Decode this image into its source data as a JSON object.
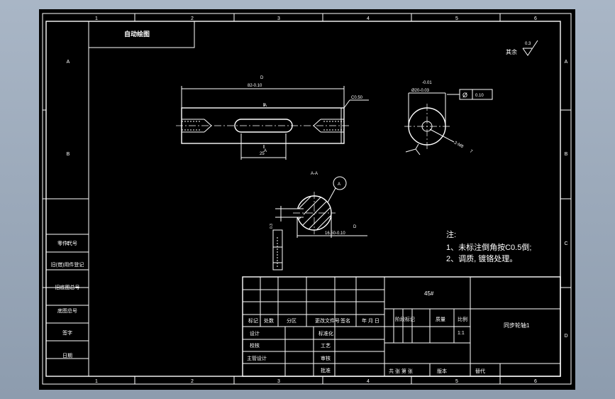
{
  "colors": {
    "paper": "#000000",
    "line": "#ffffff",
    "background": "#9eacbd"
  },
  "border": {
    "top_zones": [
      "1",
      "2",
      "3",
      "4",
      "5",
      "6"
    ],
    "bottom_zones": [
      "1",
      "2",
      "3",
      "4",
      "5",
      "6"
    ],
    "left_zones": [
      "A",
      "B",
      "C"
    ],
    "right_zones": [
      "A",
      "B",
      "C",
      "D"
    ]
  },
  "title_note": "自动绘图",
  "roughness": {
    "label": "其余",
    "value": "0.3"
  },
  "shaft": {
    "length_top": "D",
    "length_bottom": "82-0.10",
    "chamfer": "C0.50",
    "section_marker_top": "A",
    "section_marker_bottom": "A",
    "keyway_dim": "25"
  },
  "end_view": {
    "tolerance_top": "-0.01",
    "diameter": "Ø20-0.03",
    "gdt_symbol": "Ø",
    "gdt_value": "0.10",
    "thread": "2-M8",
    "depth": "7"
  },
  "section": {
    "title": "A-A",
    "balloon": "A",
    "dim_top": "D",
    "dim_bottom": "16.50-0.10",
    "key_width": "0.3"
  },
  "notes": [
    "注:",
    "1、未标注倒角按C0.5倒;",
    "2、调质, 镀铬处理。"
  ],
  "left_column": [
    "零件代号",
    "旧(借)用件登记",
    "旧底图总号",
    "底图总号",
    "签字",
    "日期"
  ],
  "title_block": {
    "material": "45#",
    "drawing_name": "同步轮轴1",
    "change_headers": [
      "标记",
      "处数",
      "分区",
      "更改文件号",
      "签名",
      "年 月 日"
    ],
    "stage_headers": [
      "阶段标记",
      "质量",
      "比例"
    ],
    "scale": "1:1",
    "sign_rows": [
      "设计",
      "校核",
      "主管设计"
    ],
    "sign_rows_right": [
      "标准化",
      "工艺",
      "审核",
      "批准"
    ],
    "bottom_row": [
      "共 张 第 张",
      "版本",
      "替代"
    ]
  }
}
